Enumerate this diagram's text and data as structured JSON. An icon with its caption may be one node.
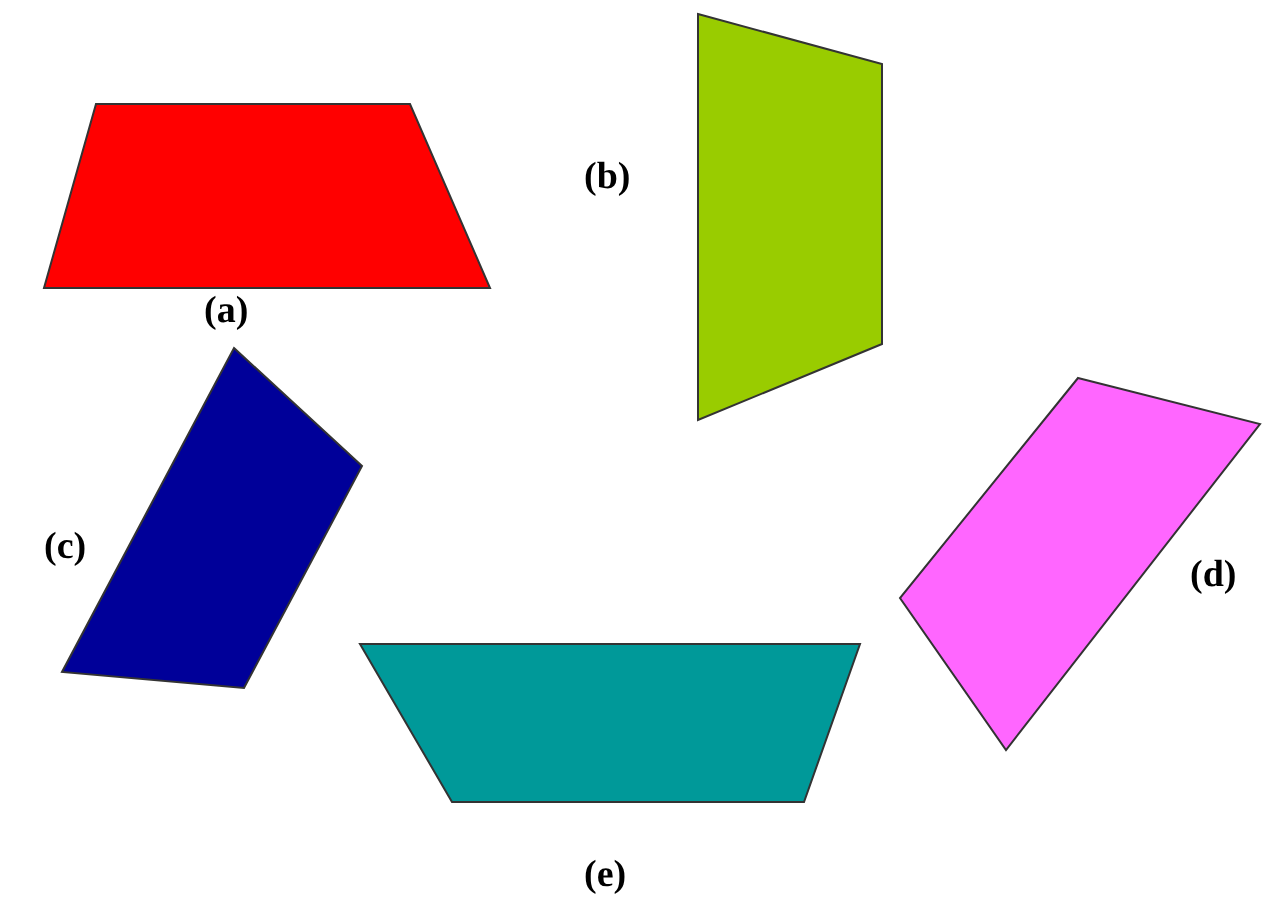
{
  "diagram": {
    "nodes": [
      {
        "text": [],
        "shape": "trapezium",
        "beside": [
          "(a)"
        ]
      },
      {
        "text": [],
        "shape": "trapezium",
        "beside": [
          "(b)"
        ]
      },
      {
        "text": [],
        "shape": "trapezium",
        "beside": [
          "(c)"
        ]
      },
      {
        "text": [],
        "shape": "trapezium",
        "beside": [
          "(d)"
        ]
      },
      {
        "text": [],
        "shape": "trapezium",
        "beside": [
          "(e)"
        ]
      }
    ]
  }
}
